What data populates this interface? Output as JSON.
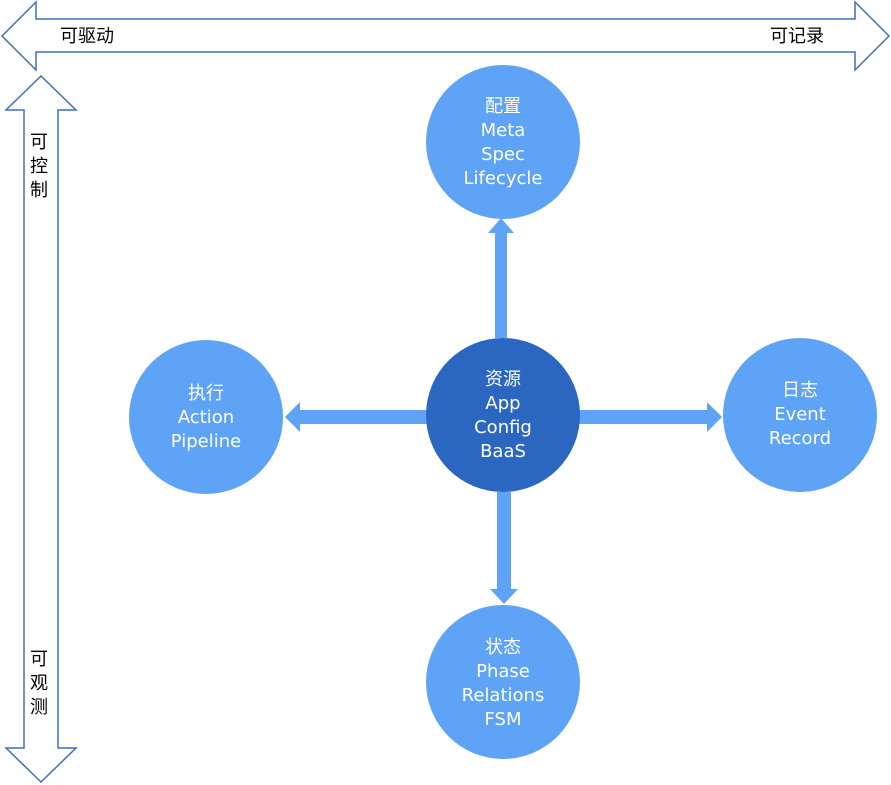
{
  "axes": {
    "horizontal": {
      "left_label": "可驱动",
      "right_label": "可记录"
    },
    "vertical": {
      "top_label": [
        "可",
        "控",
        "制"
      ],
      "bottom_label": [
        "可",
        "观",
        "测"
      ]
    }
  },
  "nodes": {
    "center": {
      "lines": [
        "资源",
        "App",
        "Config",
        "BaaS"
      ]
    },
    "top": {
      "lines": [
        "配置",
        "Meta",
        "Spec",
        "Lifecycle"
      ]
    },
    "left": {
      "lines": [
        "执行",
        "Action",
        "Pipeline"
      ]
    },
    "right": {
      "lines": [
        "日志",
        "Event",
        "Record"
      ]
    },
    "bottom": {
      "lines": [
        "状态",
        "Phase",
        "Relations",
        "FSM"
      ]
    }
  },
  "colors": {
    "center_fill": "#2b67c1",
    "node_fill": "#5ea3f5",
    "arrow_fill": "#5ea3f5",
    "axis_stroke": "#3f6fb8"
  }
}
